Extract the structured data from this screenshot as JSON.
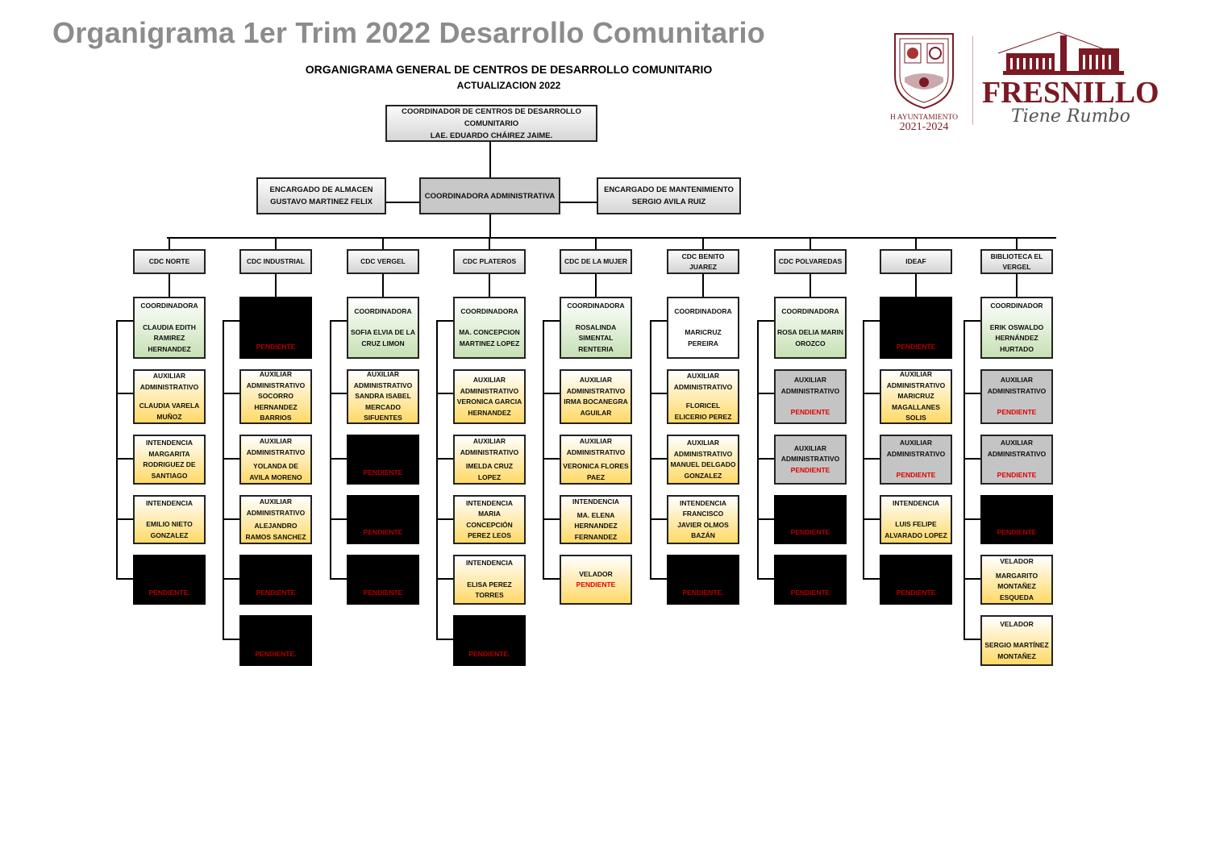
{
  "page_title": "Organigrama 1er Trim 2022 Desarrollo Comunitario",
  "subtitle": "ORGANIGRAMA GENERAL DE CENTROS DE DESARROLLO COMUNITARIO",
  "subtitle2": "ACTUALIZACION 2022",
  "logo": {
    "shield_caption1": "H AYUNTAMIENTO",
    "shield_caption2": "2021-2024",
    "brand": "FRESNILLO",
    "tagline": "Tiene Rumbo",
    "color": "#7b1a24"
  },
  "top": {
    "coordinator": [
      "COORDINADOR DE CENTROS DE DESARROLLO",
      "COMUNITARIO",
      "LAE. EDUARDO CHÁIREZ JAIME."
    ],
    "admin": "COORDINADORA ADMINISTRATIVA",
    "warehouse": [
      "ENCARGADO DE ALMACEN",
      "GUSTAVO MARTINEZ FELIX"
    ],
    "maintenance": [
      "ENCARGADO DE MANTENIMIENTO",
      "SERGIO AVILA RUIZ"
    ]
  },
  "columns": [
    {
      "name": "CDC NORTE",
      "cards": [
        {
          "s": "g",
          "role": "COORDINADORA",
          "gap": true,
          "name": "CLAUDIA EDITH RAMIREZ HERNANDEZ"
        },
        {
          "s": "y",
          "role": "AUXILIAR ADMINISTRATIVO",
          "gap": true,
          "name": "CLAUDIA VARELA MUÑOZ"
        },
        {
          "s": "y",
          "role": "INTENDENCIA",
          "name": "MARGARITA RODRIGUEZ DE SANTIAGO"
        },
        {
          "s": "y",
          "role": "INTENDENCIA",
          "gap": true,
          "name": "EMILIO NIETO GONZALEZ"
        },
        {
          "s": "k",
          "status": "PENDIENTE."
        }
      ]
    },
    {
      "name": "CDC INDUSTRIAL",
      "cards": [
        {
          "s": "k",
          "status": "PENDIENTE"
        },
        {
          "s": "y",
          "role": "AUXILIAR ADMINISTRATIVO",
          "name": "SOCORRO HERNANDEZ BARRIOS"
        },
        {
          "s": "y",
          "role": "AUXILIAR ADMINISTRATIVO",
          "gap": true,
          "name": "YOLANDA DE AVILA MORENO"
        },
        {
          "s": "y",
          "role": "AUXILIAR ADMINISTRATIVO",
          "gap": true,
          "name": "ALEJANDRO RAMOS SANCHEZ"
        },
        {
          "s": "k",
          "status": "PENDIENTE"
        },
        {
          "s": "k",
          "status": "PENDIENTE."
        }
      ]
    },
    {
      "name": "CDC VERGEL",
      "cards": [
        {
          "s": "g",
          "role": "COORDINADORA",
          "gap": true,
          "name": "SOFIA ELVIA DE LA CRUZ LIMON"
        },
        {
          "s": "y",
          "role": "AUXILIAR ADMINISTRATIVO",
          "name": "SANDRA ISABEL MERCADO SIFUENTES"
        },
        {
          "s": "k",
          "status": "PENDIENTE"
        },
        {
          "s": "k",
          "status": "PENDIENTE"
        },
        {
          "s": "k",
          "status": "PENDIENTE"
        }
      ]
    },
    {
      "name": "CDC PLATEROS",
      "cards": [
        {
          "s": "g",
          "role": "COORDINADORA",
          "gap": true,
          "name": "MA. CONCEPCION MARTINEZ LOPEZ"
        },
        {
          "s": "y",
          "role": "AUXILIAR ADMINISTRATIVO",
          "name": "VERONICA GARCIA HERNANDEZ"
        },
        {
          "s": "y",
          "role": "AUXILIAR ADMINISTRATIVO",
          "gap": true,
          "name": "IMELDA CRUZ LOPEZ"
        },
        {
          "s": "y",
          "role": "INTENDENCIA",
          "name": "MARIA CONCEPCIÓN PEREZ LEOS"
        },
        {
          "s": "y",
          "role": "INTENDENCIA",
          "gap": true,
          "name": "ELISA PEREZ TORRES"
        },
        {
          "s": "k",
          "status": "PENDIENTE."
        }
      ]
    },
    {
      "name": "CDC DE LA MUJER",
      "cards": [
        {
          "s": "g",
          "role": "COORDINADORA",
          "gap": true,
          "name": "ROSALINDA SIMENTAL RENTERIA"
        },
        {
          "s": "y",
          "role": "AUXILIAR ADMINISTRATIVO",
          "name": "IRMA BOCANEGRA AGUILAR"
        },
        {
          "s": "y",
          "role": "AUXILIAR ADMINISTRATIVO",
          "gap": true,
          "name": "VERONICA FLORES PAEZ"
        },
        {
          "s": "y",
          "role": "INTENDENCIA",
          "gap": true,
          "name": "MA. ELENA HERNANDEZ FERNANDEZ"
        },
        {
          "s": "y",
          "role": "VELADOR",
          "status": "PENDIENTE"
        }
      ]
    },
    {
      "name": "CDC BENITO JUAREZ",
      "cards": [
        {
          "s": "w",
          "role": "COORDINADORA",
          "gap": true,
          "name": "MARICRUZ PEREIRA"
        },
        {
          "s": "y",
          "role": "AUXILIAR ADMINISTRATIVO",
          "gap": true,
          "name": "FLORICEL ELICERIO PEREZ"
        },
        {
          "s": "y",
          "role": "AUXILIAR ADMINISTRATIVO",
          "name": "MANUEL DELGADO GONZALEZ"
        },
        {
          "s": "y",
          "role": "INTENDENCIA",
          "name": "FRANCISCO JAVIER OLMOS BAZÁN"
        },
        {
          "s": "k",
          "status": "PENDIENTE."
        }
      ]
    },
    {
      "name": "CDC POLVAREDAS",
      "cards": [
        {
          "s": "g",
          "role": "COORDINADORA",
          "gap": true,
          "name": "ROSA DELIA MARIN OROZCO"
        },
        {
          "s": "a",
          "role": "AUXILIAR ADMINISTRATIVO",
          "gap": true,
          "status": "PENDIENTE"
        },
        {
          "s": "a",
          "role": "AUXILIAR ADMINISTRATIVO",
          "status": "PENDIENTE"
        },
        {
          "s": "k",
          "status": "PENDIENTE"
        },
        {
          "s": "k",
          "status": "PENDIENTE"
        }
      ]
    },
    {
      "name": "IDEAF",
      "cards": [
        {
          "s": "k",
          "status": "PENDIENTE"
        },
        {
          "s": "y",
          "role": "AUXILIAR ADMINISTRATIVO",
          "name": "MARICRUZ MAGALLANES SOLIS"
        },
        {
          "s": "a",
          "role": "AUXILIAR ADMINISTRATIVO",
          "gap": true,
          "status": "PENDIENTE"
        },
        {
          "s": "y",
          "role": "INTENDENCIA",
          "gap": true,
          "name": "LUIS FELIPE ALVARADO LOPEZ"
        },
        {
          "s": "k",
          "status": "PENDIENTE"
        }
      ]
    },
    {
      "name": "BIBLIOTECA EL VERGEL",
      "cards": [
        {
          "s": "g",
          "role": "COORDINADOR",
          "gap": true,
          "name": "ERIK OSWALDO HERNÁNDEZ HURTADO"
        },
        {
          "s": "a",
          "role": "AUXILIAR ADMINISTRATIVO",
          "gap": true,
          "status": "PENDIENTE"
        },
        {
          "s": "a",
          "role": "AUXILIAR ADMINISTRATIVO",
          "gap": true,
          "status": "PENDIENTE"
        },
        {
          "s": "k",
          "status": "PENDIENTE"
        },
        {
          "s": "y",
          "role": "VELADOR",
          "gap": true,
          "name": "MARGARITO MONTAÑEZ ESQUEDA"
        },
        {
          "s": "y",
          "role": "VELADOR",
          "gap": true,
          "name": "SERGIO MARTÍNEZ MONTAÑEZ"
        }
      ]
    }
  ]
}
